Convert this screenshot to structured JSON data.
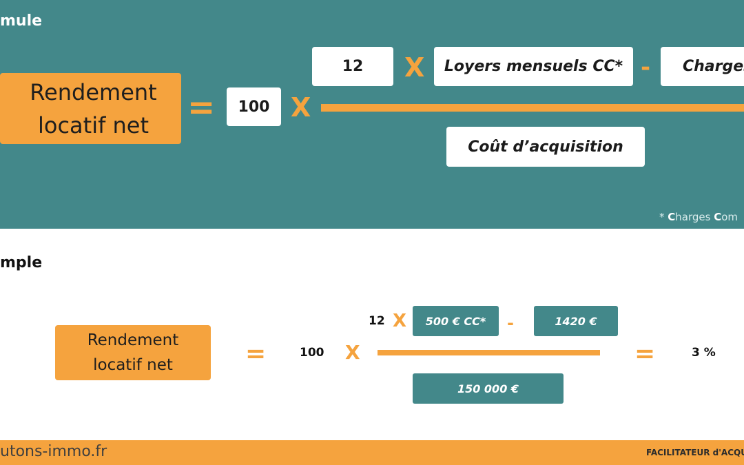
{
  "formula": {
    "title": "mule",
    "result_label_line1": "Rendement",
    "result_label_line2": "locatif net",
    "equals": "=",
    "hundred": "100",
    "times": "X",
    "twelve": "12",
    "rent": "Loyers mensuels CC*",
    "minus": "-",
    "charges": "Charges",
    "denominator": "Coût d’acquisition",
    "note_star": "* ",
    "note_c1": "C",
    "note_rest1": "harges ",
    "note_c2": "C",
    "note_rest2": "om"
  },
  "example": {
    "title": "mple",
    "result_label_line1": "Rendement",
    "result_label_line2": "locatif net",
    "equals": "=",
    "hundred": "100",
    "times": "X",
    "twelve": "12",
    "rent": "500 € CC*",
    "minus": "-",
    "charges": "1420 €",
    "denominator": "150 000 €",
    "equals2": "=",
    "result": "3 %"
  },
  "footer": {
    "site": "utons-immo.fr",
    "tagline": "FACILITATEUR d'ACQU"
  },
  "colors": {
    "teal": "#43888a",
    "orange": "#f5a33e",
    "white": "#ffffff"
  }
}
